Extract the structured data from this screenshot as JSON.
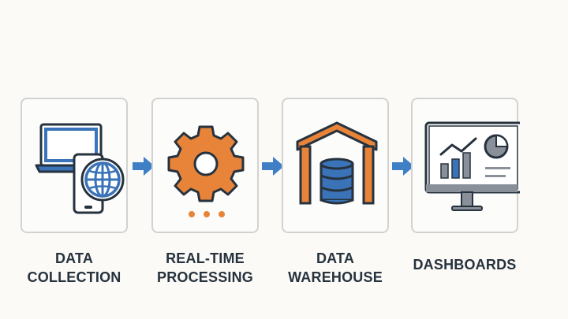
{
  "steps": [
    {
      "id": "data-collection",
      "label_lines": [
        "DATA",
        "COLLECTION"
      ],
      "icon": "laptop-phone-globe-icon"
    },
    {
      "id": "real-time-processing",
      "label_lines": [
        "REAL-TIME",
        "PROCESSING"
      ],
      "icon": "gear-icon"
    },
    {
      "id": "data-warehouse",
      "label_lines": [
        "DATA",
        "WAREHOUSE"
      ],
      "icon": "warehouse-database-icon"
    },
    {
      "id": "dashboards",
      "label_lines": [
        "DASHBOARDS"
      ],
      "icon": "monitor-chart-icon"
    }
  ],
  "colors": {
    "blue": "#3a73b8",
    "orange": "#e8843a",
    "dark": "#26323d",
    "card_border": "#d2d2d2",
    "arrow": "#3f7fc6"
  }
}
